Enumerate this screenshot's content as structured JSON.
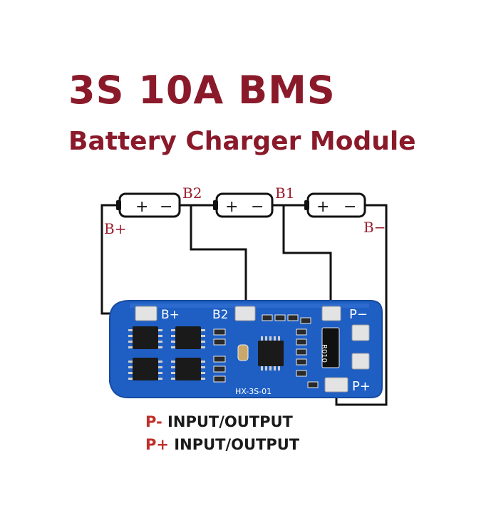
{
  "title": "3S 10A BMS",
  "subtitle": "Battery Charger Module",
  "colors": {
    "title": "#8a1a2a",
    "wire": "#111111",
    "pcb": "#1f5fc4",
    "pad": "#e0e0e0",
    "pin_label": "#c0302a"
  },
  "diagram": {
    "labels": {
      "b_plus": "B+",
      "b2": "B2",
      "b1": "B1",
      "b_minus": "B−"
    },
    "cell_plus": "+",
    "cell_minus": "−",
    "board": {
      "silk_b_plus": "B+",
      "silk_b2": "B2",
      "silk_p_minus": "P−",
      "silk_p_plus": "P+",
      "model": "HX-3S-01",
      "resistor_marking": "R010"
    }
  },
  "pins": [
    {
      "name": "P-",
      "desc": " INPUT/OUTPUT"
    },
    {
      "name": "P+",
      "desc": " INPUT/OUTPUT"
    }
  ]
}
